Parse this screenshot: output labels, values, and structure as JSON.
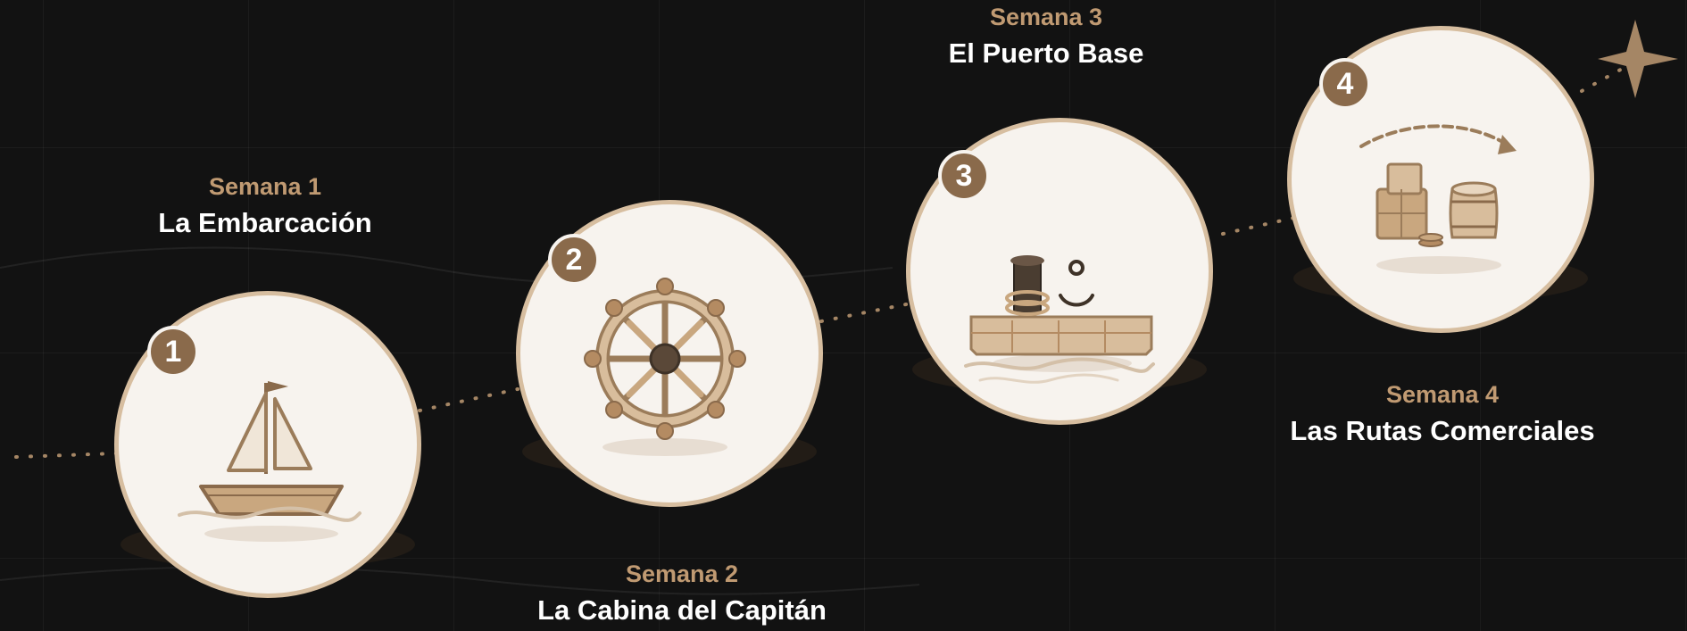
{
  "steps": [
    {
      "number": "1",
      "week": "Semana 1",
      "title": "La Embarcación",
      "icon": "sailboat-icon"
    },
    {
      "number": "2",
      "week": "Semana 2",
      "title": "La Cabina del Capitán",
      "icon": "ship-wheel-icon"
    },
    {
      "number": "3",
      "week": "Semana 3",
      "title": "El Puerto Base",
      "icon": "dock-icon"
    },
    {
      "number": "4",
      "week": "Semana 4",
      "title": "Las Rutas Comerciales",
      "icon": "trade-routes-icon"
    }
  ],
  "end_marker": {
    "icon": "compass-star-icon"
  },
  "colors": {
    "background": "#121212",
    "accent": "#c09a72",
    "badge": "#8a6a4b",
    "circle_fill": "#f7f3ee",
    "circle_border": "#d7bea0",
    "title_text": "#ffffff"
  }
}
